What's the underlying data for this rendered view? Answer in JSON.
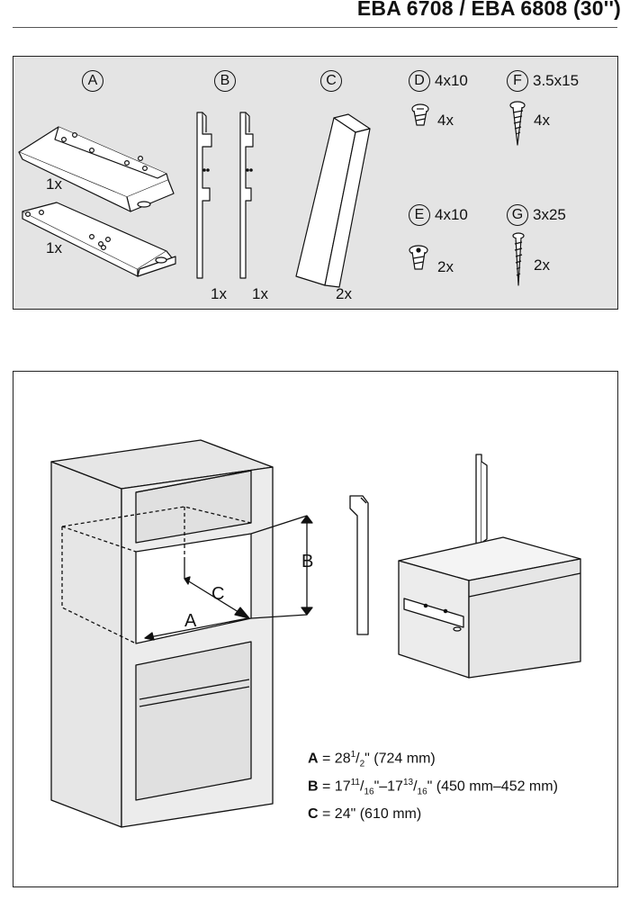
{
  "header": {
    "title": "EBA 6708 / EBA 6808 (30'')"
  },
  "parts": {
    "A": {
      "label": "A",
      "qty_top": "1x",
      "qty_bottom": "1x"
    },
    "B": {
      "label": "B",
      "qty_left": "1x",
      "qty_right": "1x"
    },
    "C": {
      "label": "C",
      "qty": "2x"
    },
    "D": {
      "label": "D",
      "size": "4x10",
      "qty": "4x"
    },
    "E": {
      "label": "E",
      "size": "4x10",
      "qty": "2x"
    },
    "F": {
      "label": "F",
      "size": "3.5x15",
      "qty": "4x"
    },
    "G": {
      "label": "G",
      "size": "3x25",
      "qty": "2x"
    }
  },
  "dimensions": {
    "labels": {
      "a": "A",
      "b": "B",
      "c": "C"
    },
    "a": {
      "key": "A",
      "eq": " = 28",
      "sup1": "1",
      "slash": "/",
      "sub1": "2",
      "rest": "\" (724 mm)"
    },
    "b": {
      "key": "B",
      "eq": " = 17",
      "sup1": "11",
      "slash1": "/",
      "sub1": "16",
      "mid": "\"–17",
      "sup2": "13",
      "slash2": "/",
      "sub2": "16",
      "rest": "\" (450 mm–452 mm)"
    },
    "c": {
      "key": "C",
      "eq": " = 24\" (610 mm)"
    }
  },
  "colors": {
    "panel_bg": "#e4e4e4",
    "cabinet_fill": "#e8e8e8",
    "line": "#111111"
  }
}
